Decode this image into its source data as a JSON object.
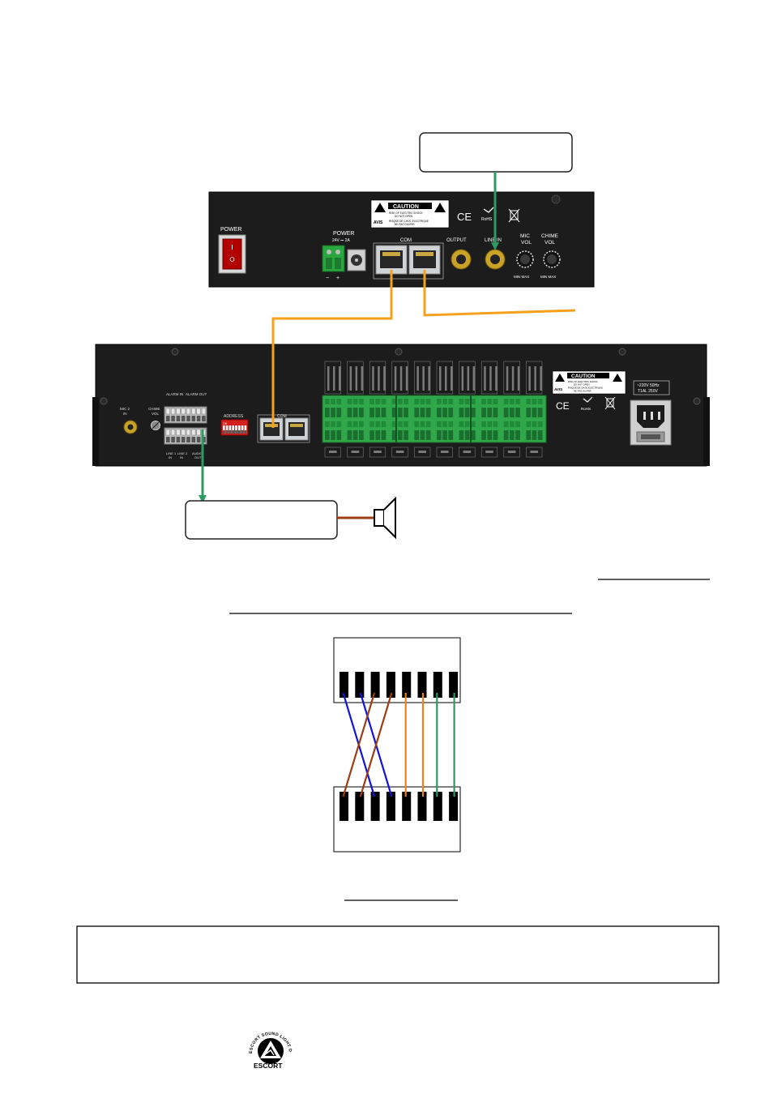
{
  "top_panel": {
    "power_switch_label": "POWER",
    "power_input_label": "POWER",
    "power_spec": "24V ⎓ 2A",
    "polarity_minus": "−",
    "polarity_plus": "+",
    "com_label": "COM",
    "output_label": "OUTPUT",
    "line_in_label": "LINE IN",
    "mic_vol_label": [
      "MIC",
      "VOL"
    ],
    "chime_vol_label": [
      "CHIME",
      "VOL"
    ],
    "min_max_label": "MIN MAX",
    "caution": {
      "title": "CAUTION",
      "line1": "RISK OF ELECTRIC SHOCK",
      "line2": "DO NOT OPEN",
      "avis": "AVIS",
      "line3": "RISQUE DE CHOC ELECTRIQUE",
      "line4": "NE PAS OUVRIR"
    },
    "cert_ce": "CE",
    "cert_rohs": "RoHS"
  },
  "bottom_panel": {
    "mic2_in_label": [
      "MIC 2",
      "IN"
    ],
    "chime_vol_label": [
      "CHIME",
      "VOL"
    ],
    "alarm_in_label": "ALARM IN",
    "alarm_out_label": "ALARM OUT",
    "address_label": "ADDRESS",
    "dip_on_label": "ON",
    "com_label": "COM",
    "line1_in_label": [
      "LINE 1",
      "IN"
    ],
    "line2_in_label": [
      "LINE 2",
      "IN"
    ],
    "audio_out_label": [
      "AUDIO",
      "OUT"
    ],
    "mains_spec": [
      "~220V 50Hz",
      "T1AL 250V"
    ],
    "caution": {
      "title": "CAUTION",
      "line1": "RISK OF ELECTRIC SHOCK",
      "line2": "DO NOT OPEN",
      "avis": "AVIS",
      "line3": "RISQUE DE CHOC ELECTRIQUE",
      "line4": "NE PAS OUVRIR"
    },
    "cert_ce": "CE",
    "cert_rohs": "RoHS",
    "zone_group_count": 10
  },
  "wire_colors": {
    "com_cable": "#f5a11c",
    "audio_signal": "#2e9a63",
    "speaker_wire": "#9b3f14",
    "rj45_blue": "#1414d6",
    "rj45_brown": "#9b3f14",
    "rj45_orange": "#f07f1e",
    "rj45_green": "#2e9a63"
  },
  "logo": {
    "ring_text": "ESCORT SOUND LIGHT DESIGN",
    "brand": "ESCORT"
  }
}
